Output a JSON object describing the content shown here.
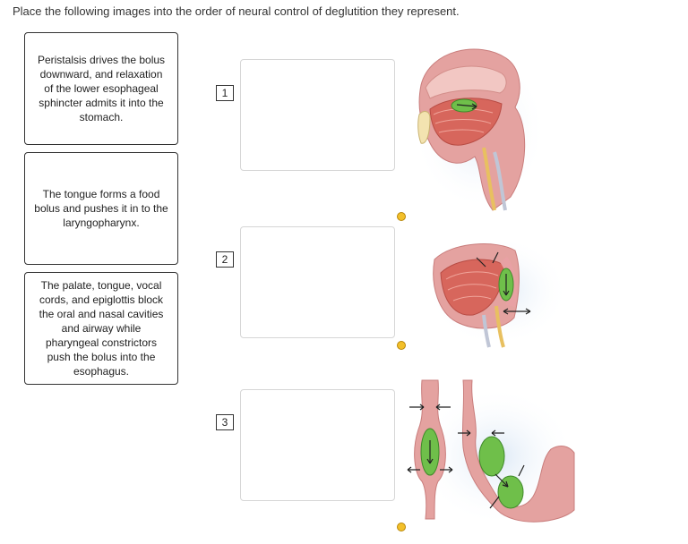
{
  "instruction": "Place the following images into the order of neural control of deglutition they represent.",
  "cards": [
    {
      "text": "Peristalsis drives the bolus downward, and relaxation of the lower esophageal sphincter admits it into the stomach."
    },
    {
      "text": "The tongue forms a food bolus and pushes it in to the laryngopharynx."
    },
    {
      "text": "The palate, tongue, vocal cords, and epiglottis block the oral and nasal cavities and airway while pharyngeal constrictors push the bolus into the esophagus."
    }
  ],
  "slots": [
    {
      "number": "1"
    },
    {
      "number": "2"
    },
    {
      "number": "3"
    }
  ],
  "colors": {
    "hotspot": "#f3c02a",
    "bolus": "#6fbf4a",
    "tissue": "#e8a1a4"
  }
}
